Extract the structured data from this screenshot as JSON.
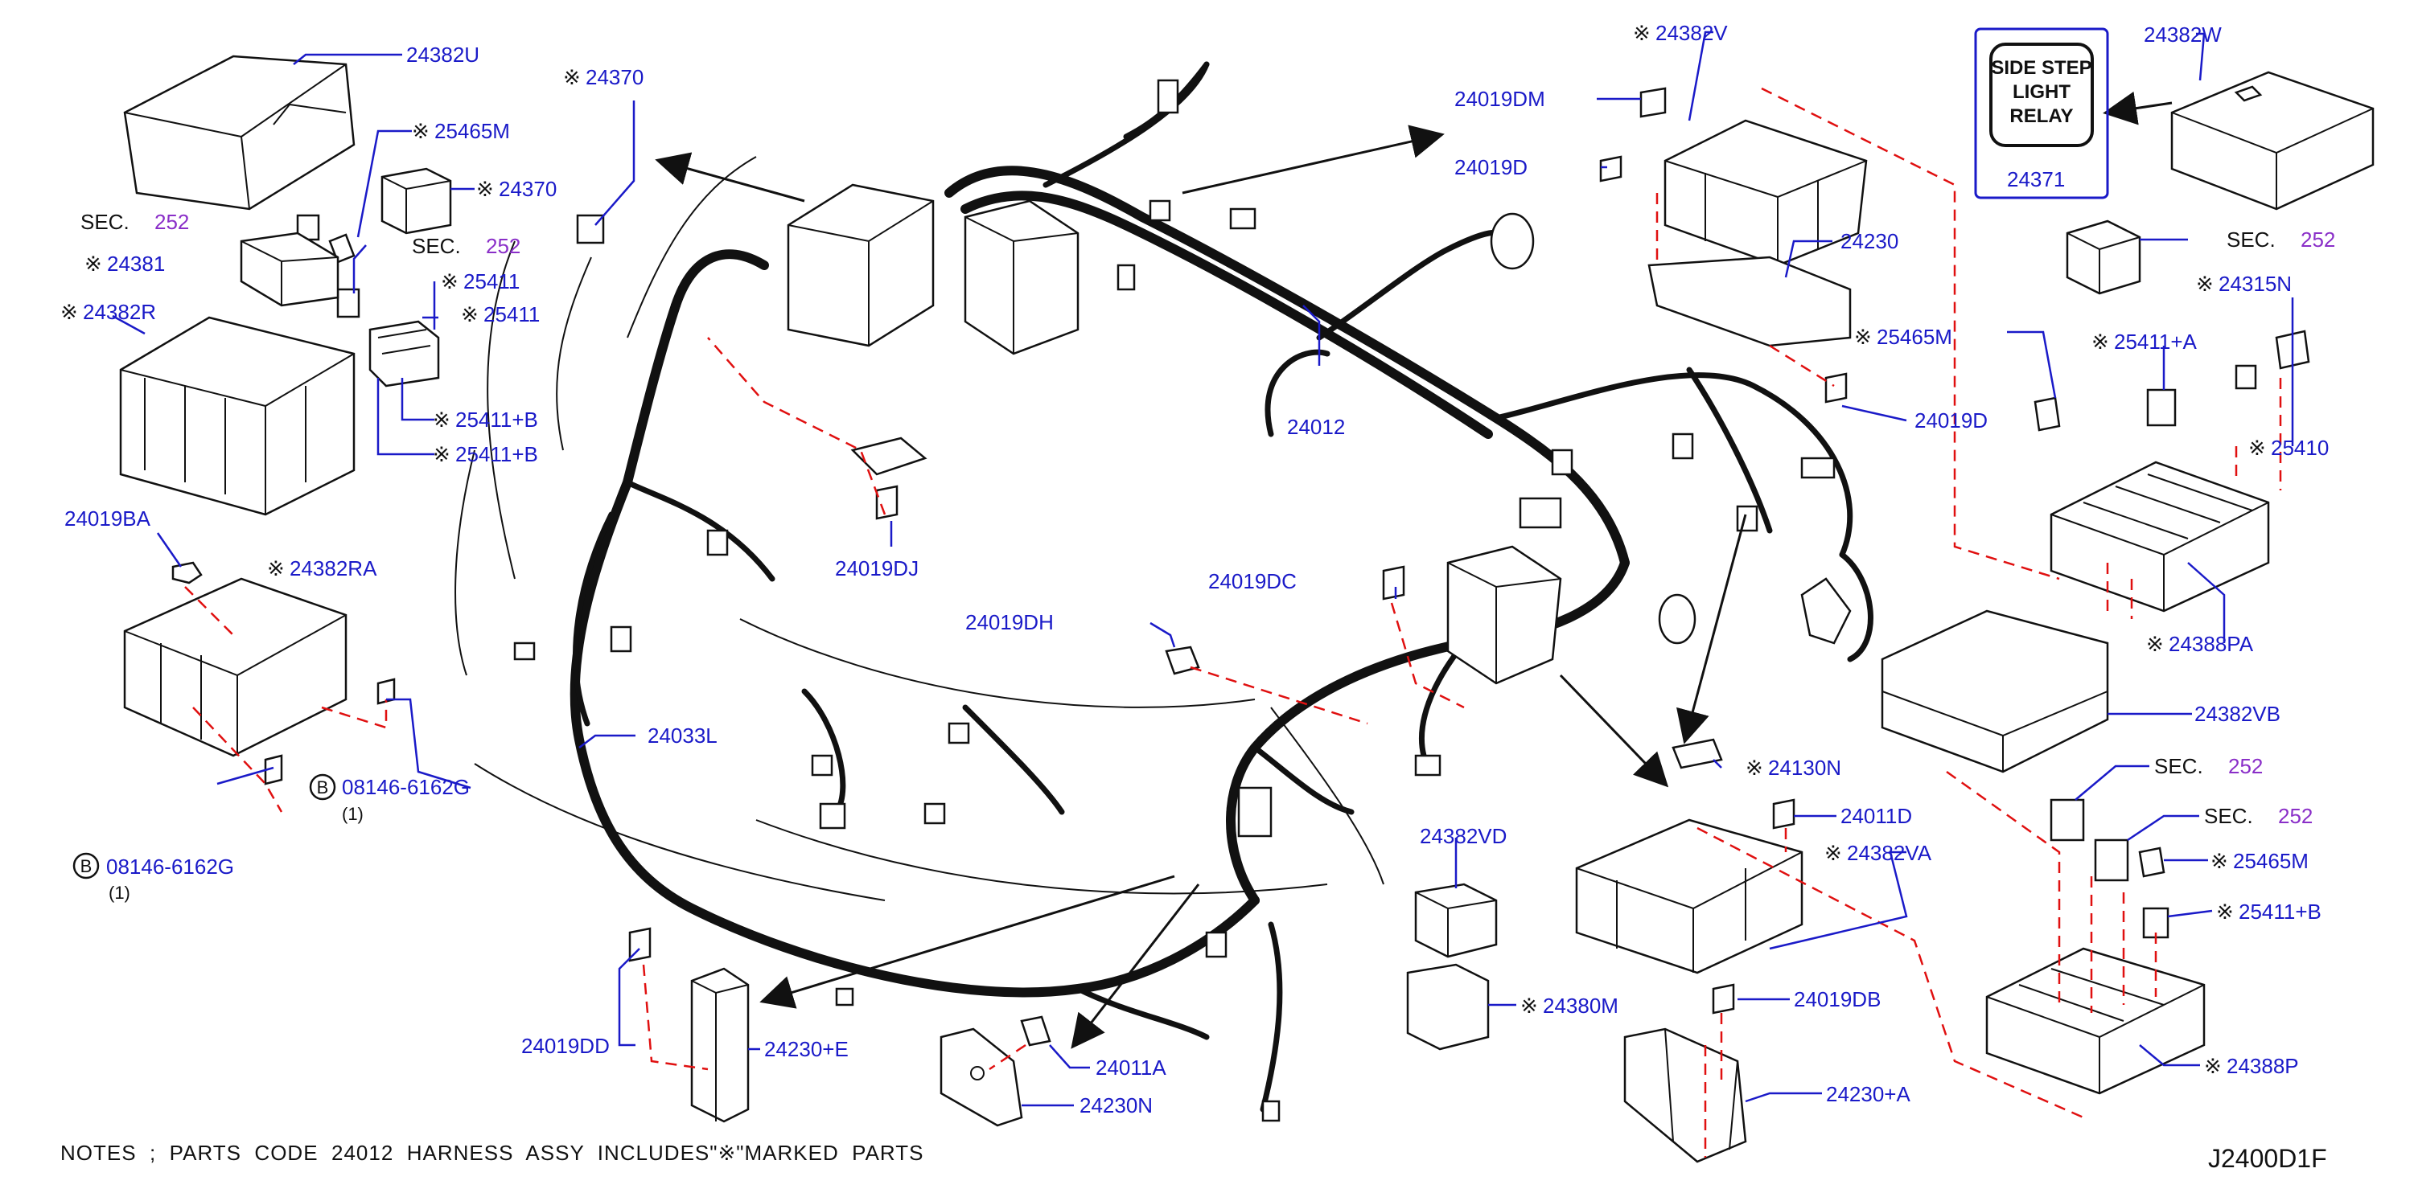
{
  "labels": {
    "p24382U": "24382U",
    "p25465M_a": "25465M",
    "p24370_a": "24370",
    "p24370_b": "24370",
    "sec1": "SEC.",
    "sec1_num": "252",
    "sec2": "SEC.",
    "sec2_num": "252",
    "p24381": "24381",
    "p25411_a": "25411",
    "p25411_b": "25411",
    "p24382R": "24382R",
    "p25411B_a": "25411+B",
    "p25411B_b": "25411+B",
    "p24019BA": "24019BA",
    "p24382RA": "24382RA",
    "p08146_a": "08146-6162G",
    "p08146_a_qty": "(1)",
    "p08146_b": "08146-6162G",
    "p08146_b_qty": "(1)",
    "b_a": "B",
    "b_b": "B",
    "p24019DJ": "24019DJ",
    "p24012": "24012",
    "p24019DM": "24019DM",
    "p24019D_a": "24019D",
    "p24382V": "24382V",
    "p24230": "24230",
    "p24019D_b": "24019D",
    "p24382W": "24382W",
    "p24371": "24371",
    "relay_line1": "SIDE STEP",
    "relay_line2": "LIGHT",
    "relay_line3": "RELAY",
    "sec3": "SEC.",
    "sec3_num": "252",
    "p24315N": "24315N",
    "p25465M_b": "25465M",
    "p25411A": "25411+A",
    "p25410": "25410",
    "p24388PA": "24388PA",
    "p24019DC": "24019DC",
    "p24019DH": "24019DH",
    "p24033L": "24033L",
    "p24130N": "24130N",
    "p24382VB": "24382VB",
    "sec4": "SEC.",
    "sec4_num": "252",
    "sec5": "SEC.",
    "sec5_num": "252",
    "p25465M_c": "25465M",
    "p25411B_c": "25411+B",
    "p24388P": "24388P",
    "p24011D": "24011D",
    "p24382VA": "24382VA",
    "p24382VD": "24382VD",
    "p24380M": "24380M",
    "p24019DB": "24019DB",
    "p24230A": "24230+A",
    "p24019DD": "24019DD",
    "p24230E": "24230+E",
    "p24011A": "24011A",
    "p24230N": "24230N"
  },
  "mark": "※",
  "footer": {
    "notes": "NOTES  ;  PARTS  CODE  24012  HARNESS  ASSY  INCLUDES\"※\"MARKED  PARTS",
    "code": "J2400D1F"
  },
  "colors": {
    "label": "#1a1ac8",
    "section_number": "#8a2fc8",
    "dashed_line": "#e01010",
    "drawing": "#111111"
  }
}
